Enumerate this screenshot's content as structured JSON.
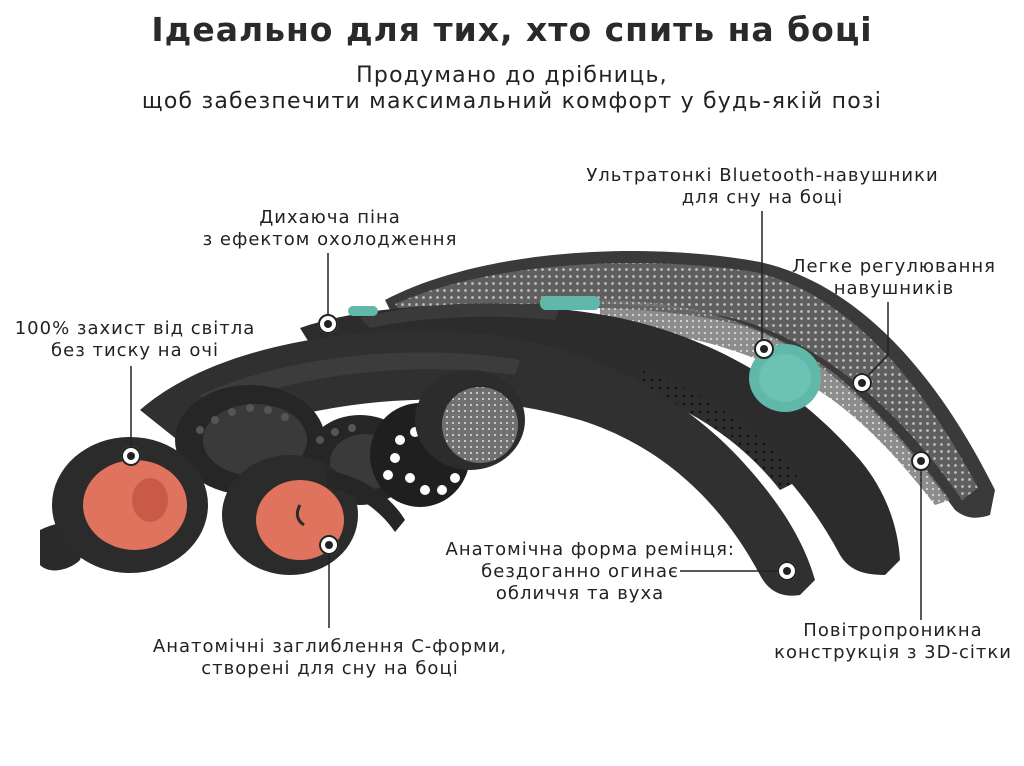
{
  "heading": {
    "title": "Ідеально для тих, хто спить на боці",
    "subtitle_line1": "Продумано до дрібниць,",
    "subtitle_line2": "щоб забезпечити максимальний комфорт у будь-якій позі"
  },
  "callouts": {
    "cooling_foam": {
      "line1": "Дихаюча піна",
      "line2": "з ефектом охолодження"
    },
    "ultrathin_earbuds": {
      "line1": "Ультратонкі Bluetooth-навушники",
      "line2": "для сну на боці"
    },
    "easy_adjust": {
      "line1": "Легке регулювання",
      "line2": "навушників"
    },
    "light_block": {
      "line1": "100% захист від світла",
      "line2": "без тиску на очі"
    },
    "strap_shape": {
      "line1": "Анатомічна форма ремінця:",
      "line2": "бездоганно огинає",
      "line3": "обличчя та вуха"
    },
    "c_shape_cups": {
      "line1": "Анатомічні заглиблення С-форми,",
      "line2": "створені для сну на боці"
    },
    "mesh": {
      "line1": "Повітропроникна",
      "line2": "конструкція з 3D-сітки"
    }
  },
  "colors": {
    "text": "#222222",
    "mask_dark": "#2b2b2b",
    "mesh_grey": "#6e6e6e",
    "teal": "#5fb8a8",
    "coral": "#e0735e"
  }
}
